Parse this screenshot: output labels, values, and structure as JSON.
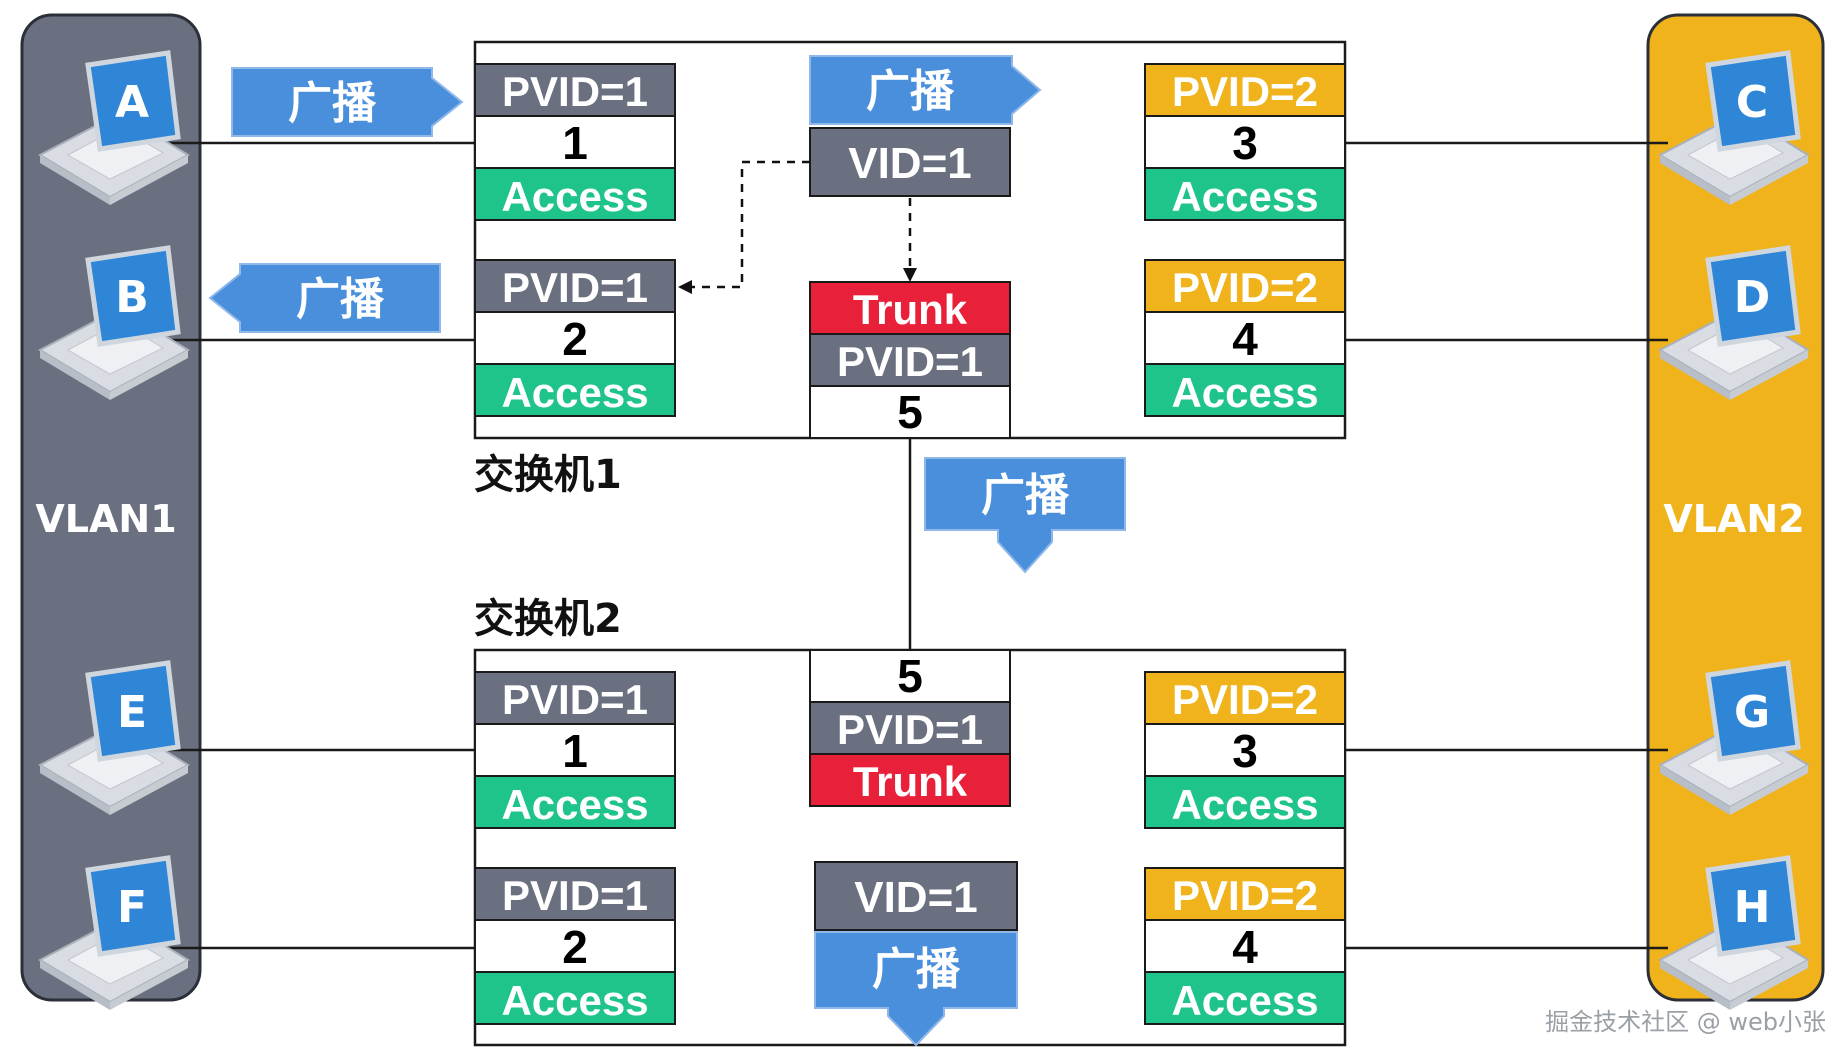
{
  "vlan1": {
    "label": "VLAN1",
    "color": "#6b7080",
    "hosts": [
      "A",
      "B",
      "E",
      "F"
    ]
  },
  "vlan2": {
    "label": "VLAN2",
    "color": "#f0b31c",
    "hosts": [
      "C",
      "D",
      "G",
      "H"
    ]
  },
  "switch1": {
    "title": "交换机1",
    "ports": [
      {
        "pvid": "PVID=1",
        "num": "1",
        "mode": "Access"
      },
      {
        "pvid": "PVID=1",
        "num": "2",
        "mode": "Access"
      },
      {
        "pvid": "PVID=2",
        "num": "3",
        "mode": "Access"
      },
      {
        "pvid": "PVID=2",
        "num": "4",
        "mode": "Access"
      }
    ],
    "trunk": {
      "mode": "Trunk",
      "pvid": "PVID=1",
      "num": "5"
    },
    "frame": {
      "label": "广播",
      "vid": "VID=1"
    }
  },
  "switch2": {
    "title": "交换机2",
    "ports": [
      {
        "pvid": "PVID=1",
        "num": "1",
        "mode": "Access"
      },
      {
        "pvid": "PVID=1",
        "num": "2",
        "mode": "Access"
      },
      {
        "pvid": "PVID=2",
        "num": "3",
        "mode": "Access"
      },
      {
        "pvid": "PVID=2",
        "num": "4",
        "mode": "Access"
      }
    ],
    "trunk": {
      "num": "5",
      "pvid": "PVID=1",
      "mode": "Trunk"
    },
    "frame": {
      "vid": "VID=1",
      "label": "广播"
    }
  },
  "arrows": {
    "broadcast_in": "广播",
    "broadcast_out": "广播",
    "broadcast_down": "广播"
  },
  "watermark": "掘金技术社区 @ web小张",
  "colors": {
    "pvid_gray": "#6b7080",
    "pvid_gold": "#f0b31c",
    "access_green": "#1fc48a",
    "trunk_red": "#e8203a",
    "arrow_blue": "#4a8fdc"
  }
}
